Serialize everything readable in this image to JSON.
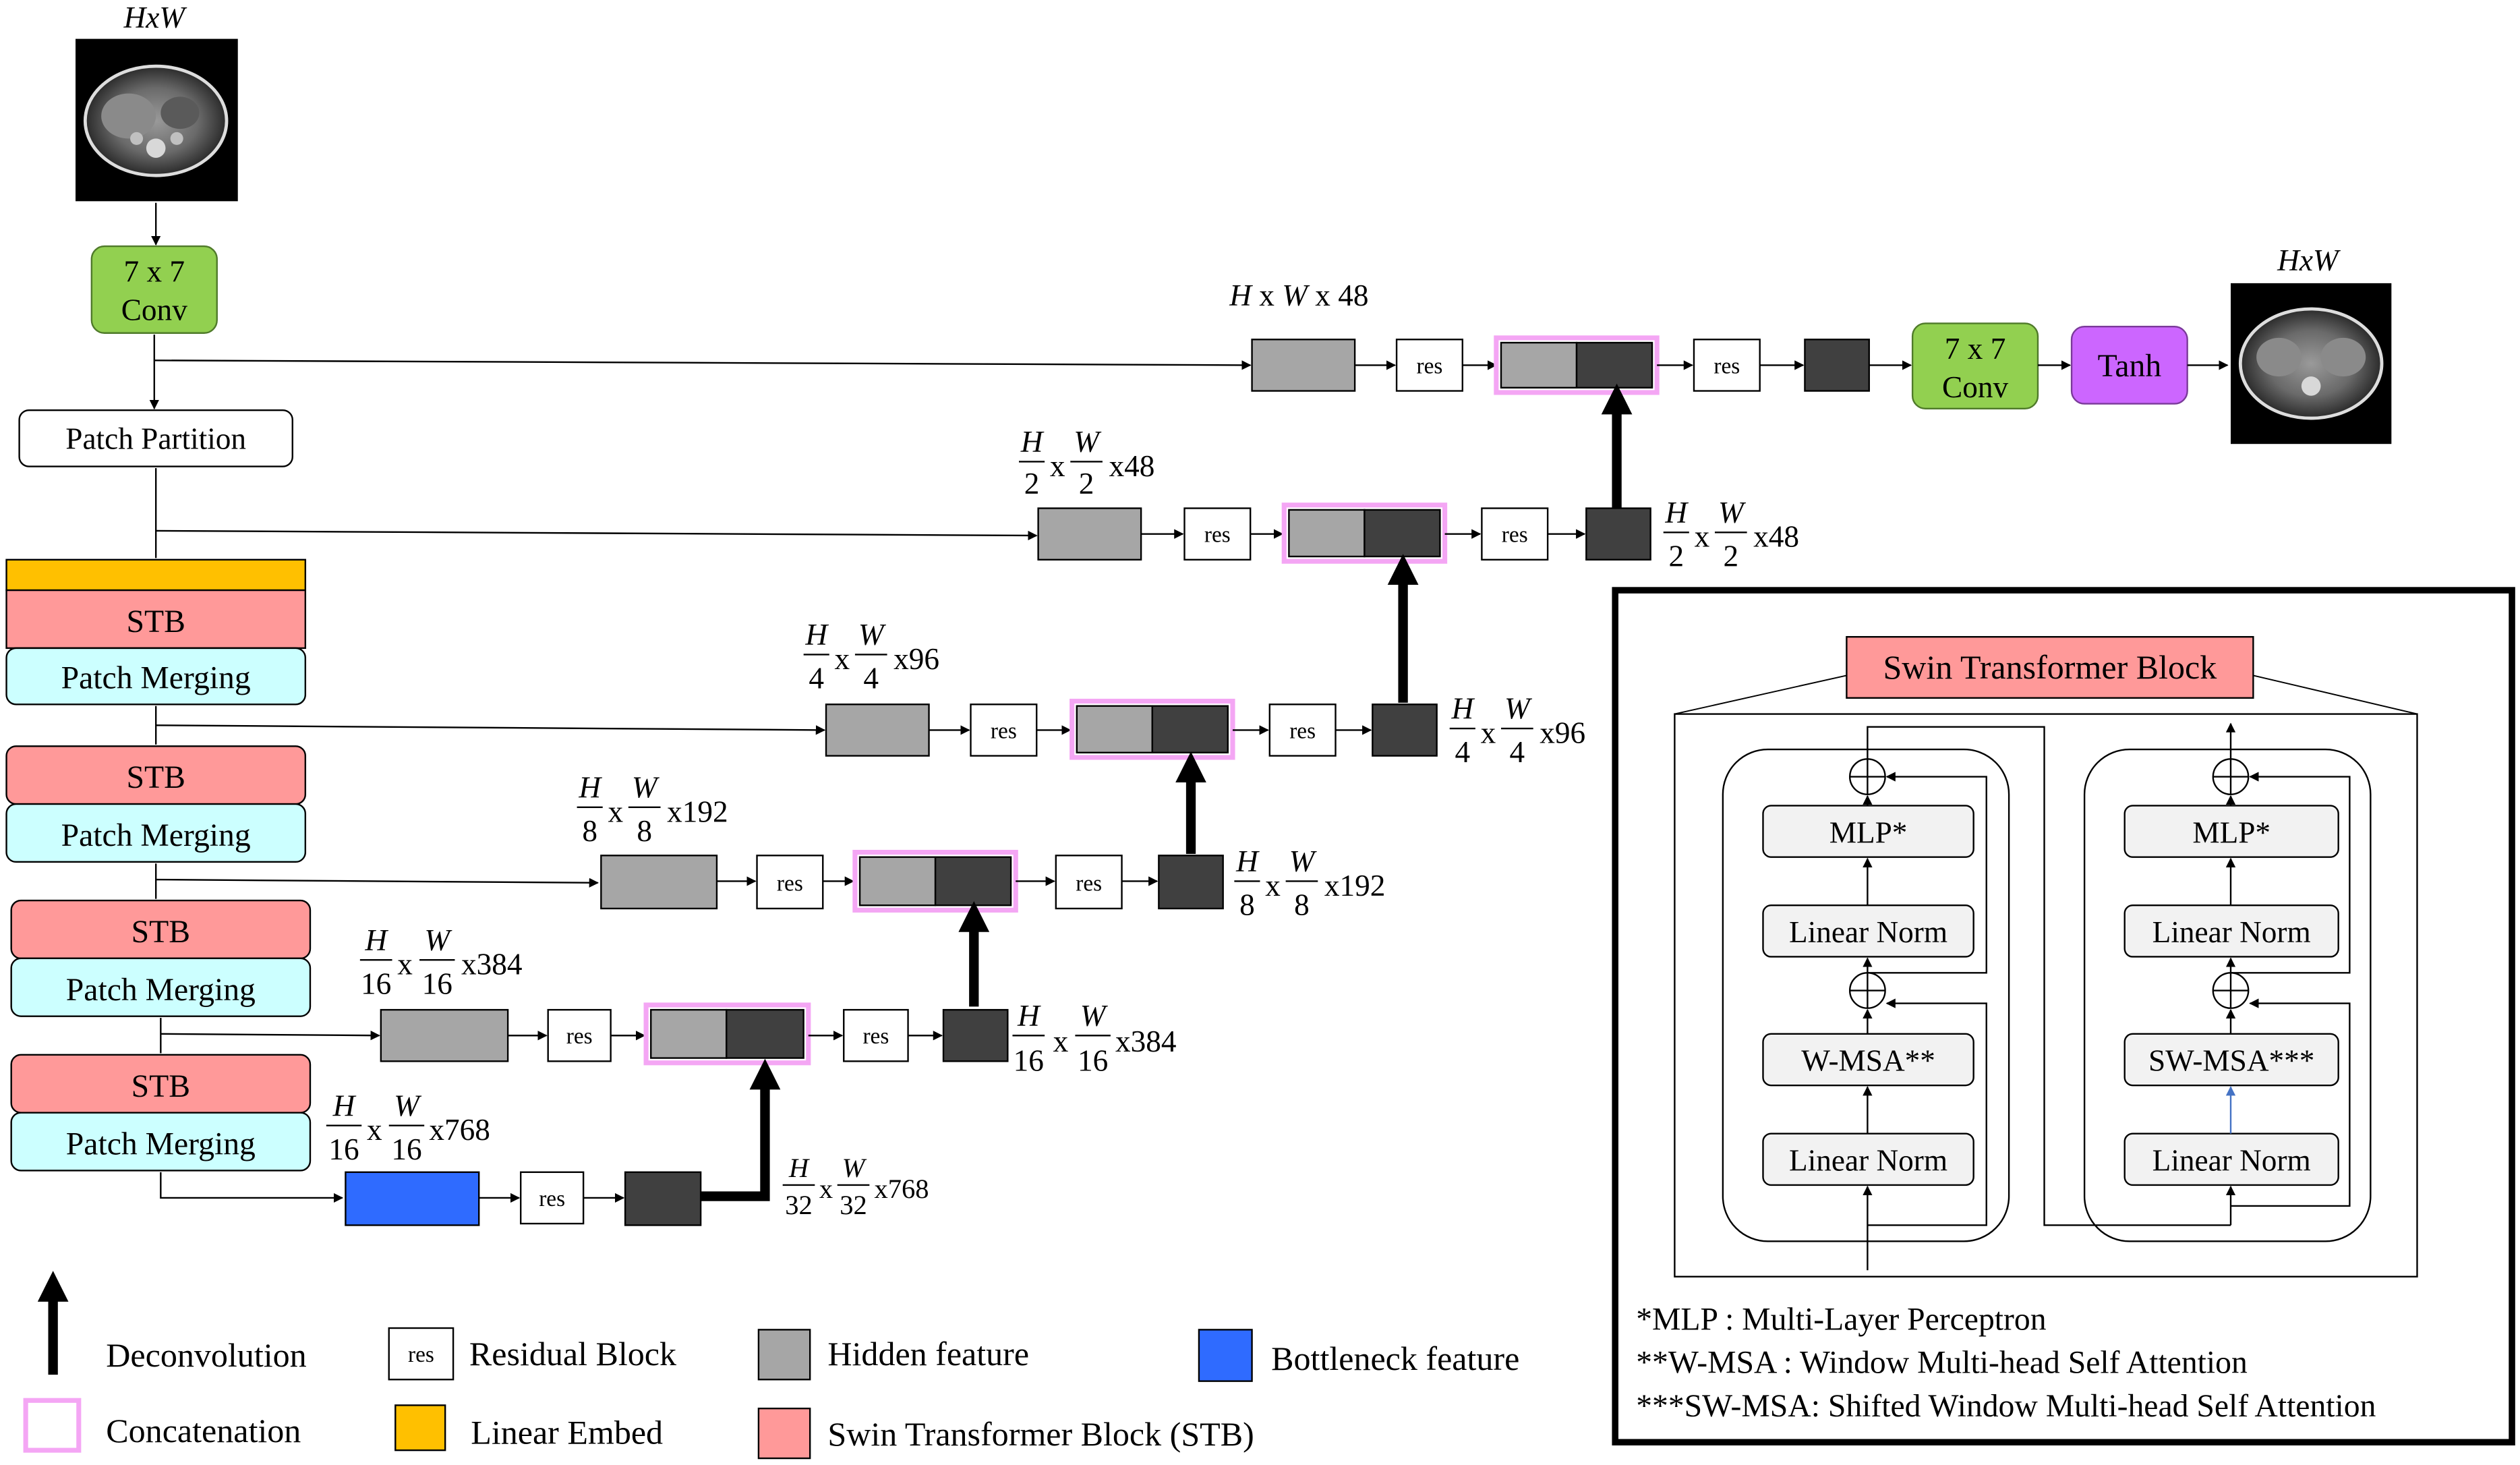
{
  "colors": {
    "conv": "#92D050",
    "tanh": "#CC66FF",
    "stb": "#FF9999",
    "patch_merging": "#CCFFFF",
    "linear_embed": "#FFC000",
    "hidden": "#A6A6A6",
    "dark": "#404040",
    "bottleneck": "#2F6BFF",
    "concat_border": "#F4A6F4",
    "inner_node": "#F2F2F2"
  },
  "input": {
    "label": "HxW",
    "image": "mri-input-slice"
  },
  "output": {
    "label": "HxW",
    "image": "mri-output-slice"
  },
  "encoder": {
    "conv": {
      "line1": "7 x 7",
      "line2": "Conv"
    },
    "patch_partition": "Patch Partition",
    "stb": "STB",
    "patch_merging": "Patch Merging"
  },
  "decoder": {
    "res": "res",
    "conv": {
      "line1": "7 x 7",
      "line2": "Conv"
    },
    "tanh": "Tanh",
    "levels": [
      {
        "hidden_dims": {
          "h": "H",
          "mid": "x",
          "w": "W",
          "ch": "x 48",
          "fraction": false
        }
      },
      {
        "hidden_dims": {
          "h": "H",
          "hd": "2",
          "mid": "x",
          "w": "W",
          "wd": "2",
          "ch": "x48",
          "fraction": true
        },
        "out_dims": {
          "h": "H",
          "hd": "2",
          "mid": "x",
          "w": "W",
          "wd": "2",
          "ch": "x48"
        }
      },
      {
        "hidden_dims": {
          "h": "H",
          "hd": "4",
          "mid": "x",
          "w": "W",
          "wd": "4",
          "ch": "x96",
          "fraction": true
        },
        "out_dims": {
          "h": "H",
          "hd": "4",
          "mid": "x",
          "w": "W",
          "wd": "4",
          "ch": "x96"
        }
      },
      {
        "hidden_dims": {
          "h": "H",
          "hd": "8",
          "mid": "x",
          "w": "W",
          "wd": "8",
          "ch": "x192",
          "fraction": true
        },
        "out_dims": {
          "h": "H",
          "hd": "8",
          "mid": "x",
          "w": "W",
          "wd": "8",
          "ch": "x192"
        }
      },
      {
        "hidden_dims": {
          "h": "H",
          "hd": "16",
          "mid": "x",
          "w": "W",
          "wd": "16",
          "ch": "x384",
          "fraction": true
        },
        "out_dims": {
          "h": "H",
          "hd": "16",
          "mid": "x",
          "w": "W",
          "wd": "16",
          "ch": "x384"
        }
      }
    ],
    "bottleneck_dims": {
      "h": "H",
      "hd": "16",
      "mid": "x",
      "w": "W",
      "wd": "16",
      "ch": "x768"
    },
    "bottleneck_out_dims": {
      "h": "H",
      "hd": "32",
      "mid": "x",
      "w": "W",
      "wd": "32",
      "ch": "x768"
    }
  },
  "swin_block": {
    "title": "Swin Transformer Block",
    "left": {
      "mlp": "MLP*",
      "norm2": "Linear Norm",
      "msa": "W-MSA**",
      "norm1": "Linear Norm"
    },
    "right": {
      "mlp": "MLP*",
      "norm2": "Linear Norm",
      "msa": "SW-MSA***",
      "norm1": "Linear Norm"
    },
    "notes": [
      "*MLP : Multi-Layer Perceptron",
      "**W-MSA : Window Multi-head Self Attention",
      "***SW-MSA: Shifted Window Multi-head Self Attention"
    ]
  },
  "legend": {
    "deconvolution": "Deconvolution",
    "concatenation": "Concatenation",
    "res_glyph": "res",
    "residual_block": "Residual Block",
    "linear_embed": "Linear Embed",
    "hidden_feature": "Hidden feature",
    "stb": "Swin Transformer Block (STB)",
    "bottleneck_feature": "Bottleneck feature"
  }
}
